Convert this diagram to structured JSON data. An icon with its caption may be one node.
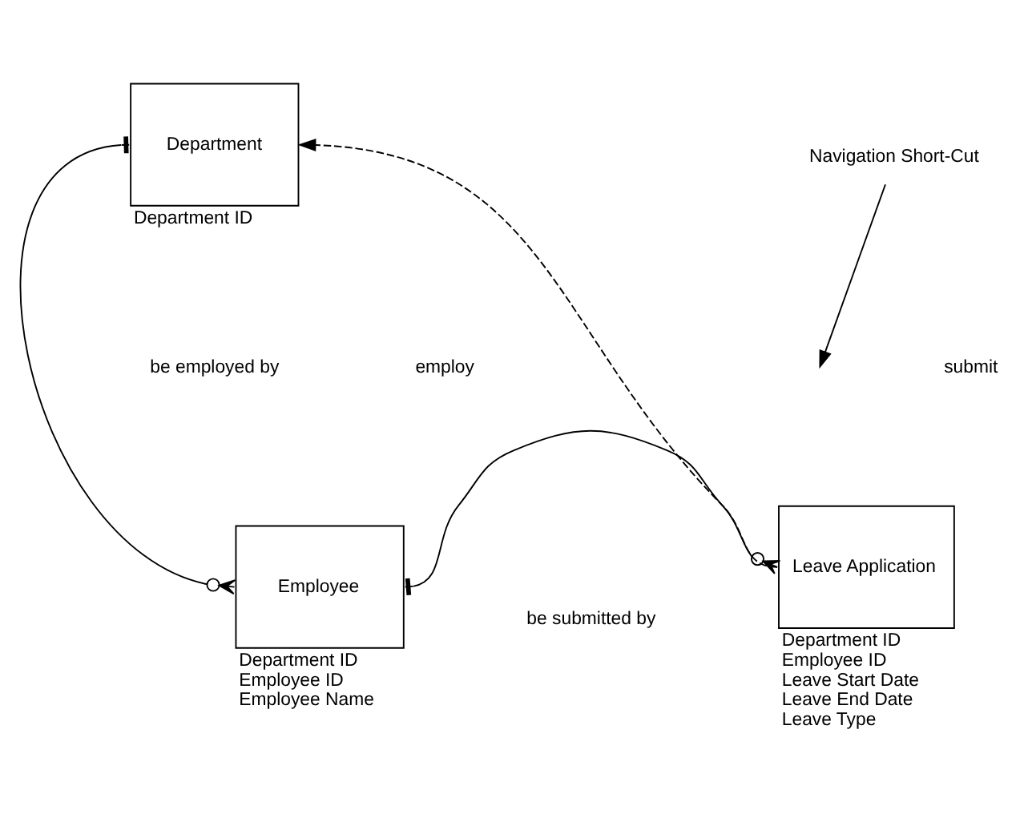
{
  "diagram": {
    "nodes": [
      {
        "text": [
          "Department"
        ],
        "beside": [
          "Department ID"
        ]
      },
      {
        "text": [
          "Employee"
        ],
        "beside": [
          "Department ID",
          "Employee ID",
          "Employee Name"
        ]
      },
      {
        "text": [
          "Leave Application"
        ],
        "beside": [
          "Department ID",
          "Employee ID",
          "Leave Start Date",
          "Leave End Date",
          "Leave Type"
        ]
      },
      {
        "text": [
          "Navigation Short-Cut"
        ]
      }
    ],
    "edges": [
      {
        "from": 0,
        "to": 1,
        "arrow": "other"
      },
      {
        "from": 1,
        "to": 2,
        "arrow": "other"
      },
      {
        "from": 2,
        "to": 0,
        "arrow": "to",
        "style": "dashed"
      },
      {
        "from": 3,
        "to": null,
        "arrow": "to"
      }
    ],
    "labels": [
      "be employed by",
      "employ",
      "submit",
      "be submitted by"
    ]
  }
}
